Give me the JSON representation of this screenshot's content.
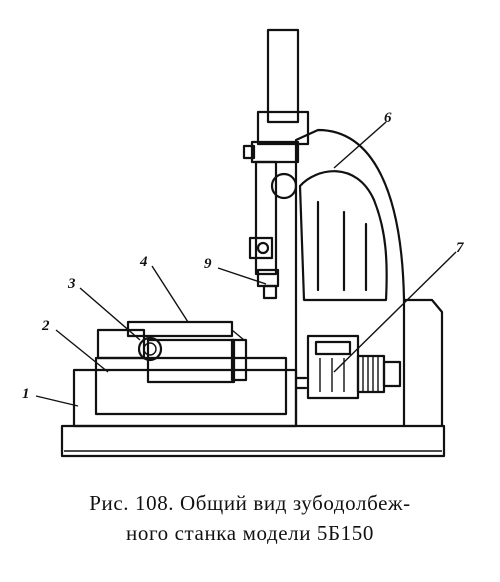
{
  "figure": {
    "callouts": [
      "1",
      "2",
      "3",
      "4",
      "9",
      "6",
      "7"
    ],
    "caption_line1": "Рис. 108. Общий вид зубодолбеж-",
    "caption_line2": "ного станка модели 5Б150"
  }
}
